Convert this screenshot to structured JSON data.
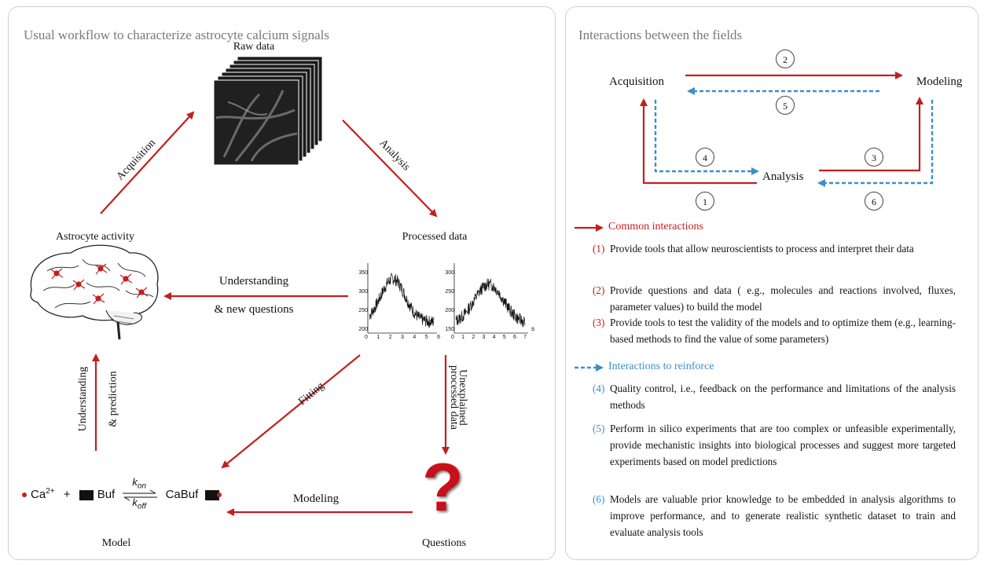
{
  "left": {
    "title": "Usual workflow to characterize astrocyte calcium signals",
    "raw_data": "Raw data",
    "acquisition": "Acquisition",
    "analysis": "Analysis",
    "astrocyte_activity": "Astrocyte activity",
    "processed_data": "Processed data",
    "understanding": "Understanding",
    "new_questions": "& new questions",
    "understanding_v": "Understanding",
    "prediction_v": "& prediction",
    "fitting": "Fitting",
    "unexplained_1": "Unexplained",
    "unexplained_2": "processed data",
    "modeling": "Modeling",
    "model": "Model",
    "questions": "Questions",
    "qmark": "?",
    "equation": {
      "ca": "Ca",
      "ca_sup": "2+",
      "plus": "+",
      "buf": "Buf",
      "k_on": "k",
      "k_on_sub": "on",
      "k_off": "k",
      "k_off_sub": "off",
      "cabuf": "CaBuf"
    },
    "plot1_yticks": [
      "350",
      "300",
      "250",
      "200"
    ],
    "plot2_yticks": [
      "300",
      "250",
      "200",
      "150"
    ],
    "plot1_xticks": [
      "0",
      "1",
      "2",
      "3",
      "4",
      "5",
      "6"
    ],
    "plot2_xticks": [
      "0",
      "1",
      "2",
      "3",
      "4",
      "5",
      "6",
      "7"
    ],
    "plot_axis_x": "s",
    "colors": {
      "red": "#c0201f",
      "blue": "#3c8fc9"
    }
  },
  "right": {
    "title": "Interactions between the fields",
    "acquisition": "Acquisition",
    "modeling": "Modeling",
    "analysis": "Analysis",
    "nums": [
      "1",
      "2",
      "3",
      "4",
      "5",
      "6"
    ],
    "legend_common": "Common interactions",
    "legend_reinforce": "Interactions to reinforce",
    "items": [
      {
        "num": "(1)",
        "text": "Provide tools that allow neuroscientists to process and interpret their data"
      },
      {
        "num": "(2)",
        "text": "Provide questions and data ( e.g., molecules and reactions involved, fluxes, parameter values) to build the model"
      },
      {
        "num": "(3)",
        "text": "Provide tools to test the validity of the models and to optimize them (e.g., learning-based methods to find the value of some parameters)"
      },
      {
        "num": "(4)",
        "text": "Quality control, i.e., feedback on the performance and limitations of the analysis methods"
      },
      {
        "num": "(5)",
        "text": "Perform in silico experiments that are too complex or unfeasible experimentally, provide mechanistic insights into biological processes and suggest more targeted experiments based on model predictions"
      },
      {
        "num": "(6)",
        "text": "Models are valuable prior knowledge to be embedded in analysis algorithms to improve performance, and to generate realistic synthetic dataset to train and evaluate analysis tools"
      }
    ]
  }
}
